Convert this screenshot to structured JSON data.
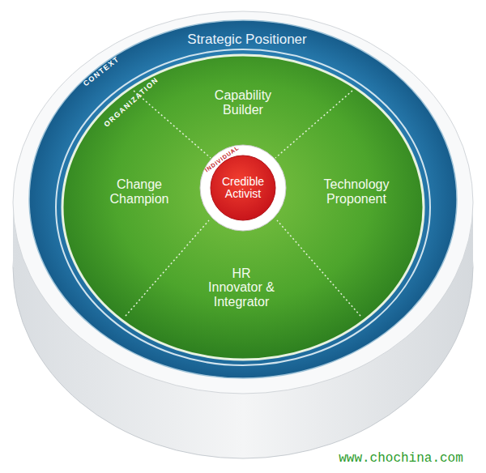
{
  "diagram": {
    "nodes": [
      {
        "text": [
          "CONTEXT",
          "Strategic Positioner"
        ]
      },
      {
        "text": [
          "ORGANIZATION"
        ],
        "in": 0
      },
      {
        "text": [
          "Capability Builder"
        ],
        "in": 1
      },
      {
        "text": [
          "Change Champion"
        ],
        "in": 1
      },
      {
        "text": [
          "Technology Proponent"
        ],
        "in": 1
      },
      {
        "text": [
          "HR Innovator & Integrator"
        ],
        "in": 1
      },
      {
        "text": [
          "INDIVIDUAL",
          "Credible Activist"
        ],
        "in": 1
      }
    ],
    "labels": [
      "www.chochina.com"
    ]
  }
}
